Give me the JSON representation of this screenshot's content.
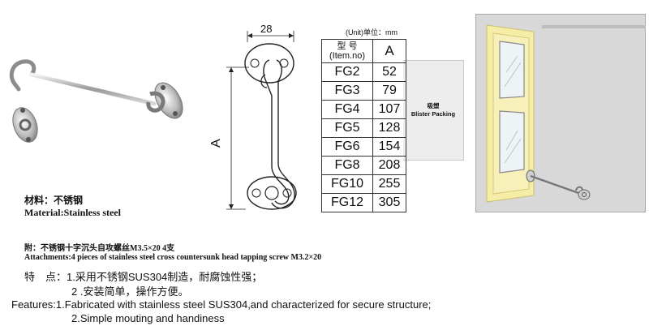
{
  "material": {
    "cn": "材料：不锈钢",
    "en": "Material:Stainless steel"
  },
  "attachments": {
    "cn": "附：不锈钢十字沉头自攻螺丝M3.5×20 4支",
    "en": "Attachments:4 pieces of stainless steel cross countersunk head tapping screw M3.2×20"
  },
  "features_cn": {
    "prefix": "特　点：",
    "item1": "1.采用不锈钢SUS304制造，耐腐蚀性强；",
    "item2": "2 .安装简单，操作方便。"
  },
  "features_en": {
    "item1": "Features:1.Fabricated with stainless steel SUS304,and characterized  for secure structure;",
    "item2": "2.Simple mouting and handiness"
  },
  "drawing": {
    "width_dim": "28",
    "height_dim": "A"
  },
  "spec_table": {
    "unit": "(Unit)单位：mm",
    "model_header_cn": "型 号",
    "model_header_en": "(Item.no)",
    "a_header": "A",
    "rows": [
      {
        "model": "FG2",
        "a": "52"
      },
      {
        "model": "FG3",
        "a": "79"
      },
      {
        "model": "FG4",
        "a": "107"
      },
      {
        "model": "FG5",
        "a": "128"
      },
      {
        "model": "FG6",
        "a": "154"
      },
      {
        "model": "FG8",
        "a": "208"
      },
      {
        "model": "FG10",
        "a": "255"
      },
      {
        "model": "FG12",
        "a": "305"
      }
    ],
    "packing_cn": "吸塑",
    "packing_en": "Blister Packing"
  }
}
